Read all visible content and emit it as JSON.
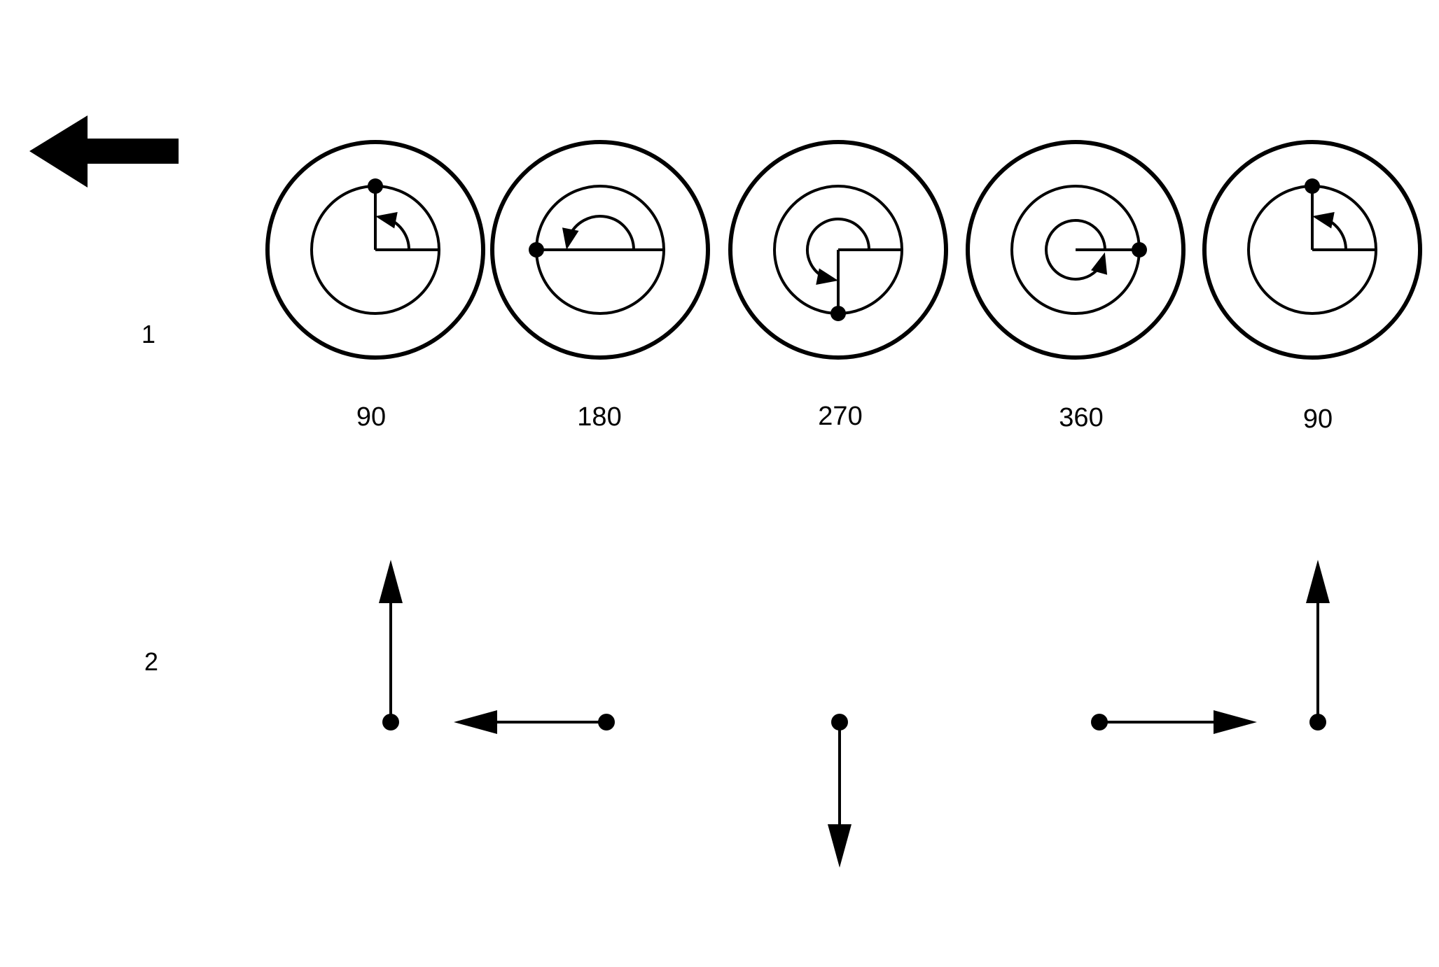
{
  "row_labels": {
    "row1": "1",
    "row2": "2"
  },
  "stages": [
    {
      "angle_label": "90",
      "angle_deg": 90
    },
    {
      "angle_label": "180",
      "angle_deg": 180
    },
    {
      "angle_label": "270",
      "angle_deg": 270
    },
    {
      "angle_label": "360",
      "angle_deg": 360
    },
    {
      "angle_label": "90",
      "angle_deg": 90
    }
  ],
  "direction_vectors": [
    {
      "direction": "up"
    },
    {
      "direction": "left"
    },
    {
      "direction": "down"
    },
    {
      "direction": "right"
    },
    {
      "direction": "up"
    }
  ],
  "colors": {
    "ink": "#000000",
    "background": "#ffffff"
  },
  "icons": {
    "rotation_direction": "arrow-left-icon"
  }
}
